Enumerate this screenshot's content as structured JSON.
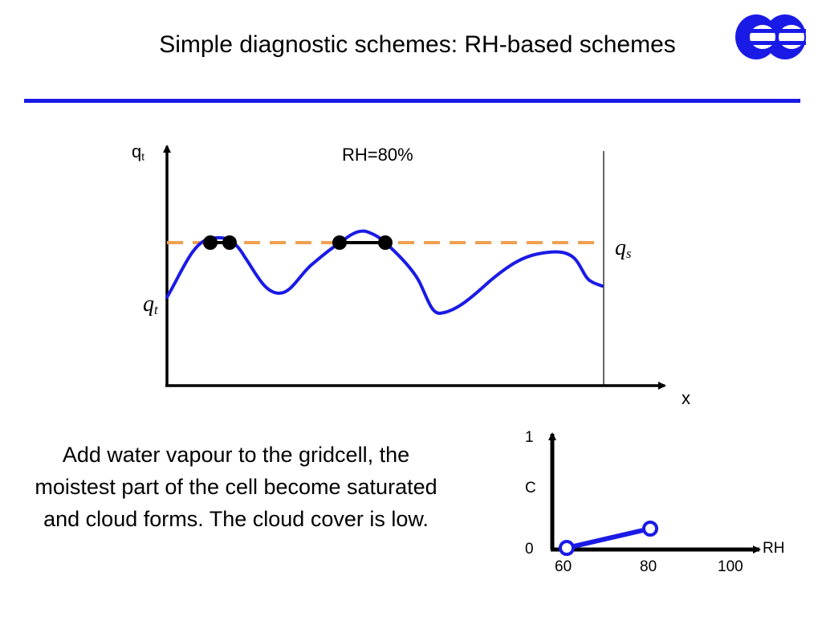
{
  "slide": {
    "title": "Simple diagnostic schemes: RH-based schemes",
    "body_text": "Add water vapour to the gridcell, the moistest part of the cell become saturated and cloud forms. The cloud cover is low."
  },
  "main_diagram": {
    "y_axis_label": "q",
    "y_axis_label_sub": "t",
    "x_axis_label": "x",
    "rh_label": "RH=80%",
    "qs_label": "q",
    "qs_label_sub": "s",
    "qt_label": "q",
    "qt_label_sub": "t"
  },
  "inset": {
    "y_label": "C",
    "x_label": "RH",
    "y_ticks": [
      "1",
      "0"
    ],
    "x_ticks": [
      "60",
      "80",
      "100"
    ]
  },
  "colors": {
    "curve": "#1a1ae6",
    "threshold_line": "#f0a050",
    "header_rule": "#1a1ae6",
    "logo": "#1a1ae6"
  }
}
